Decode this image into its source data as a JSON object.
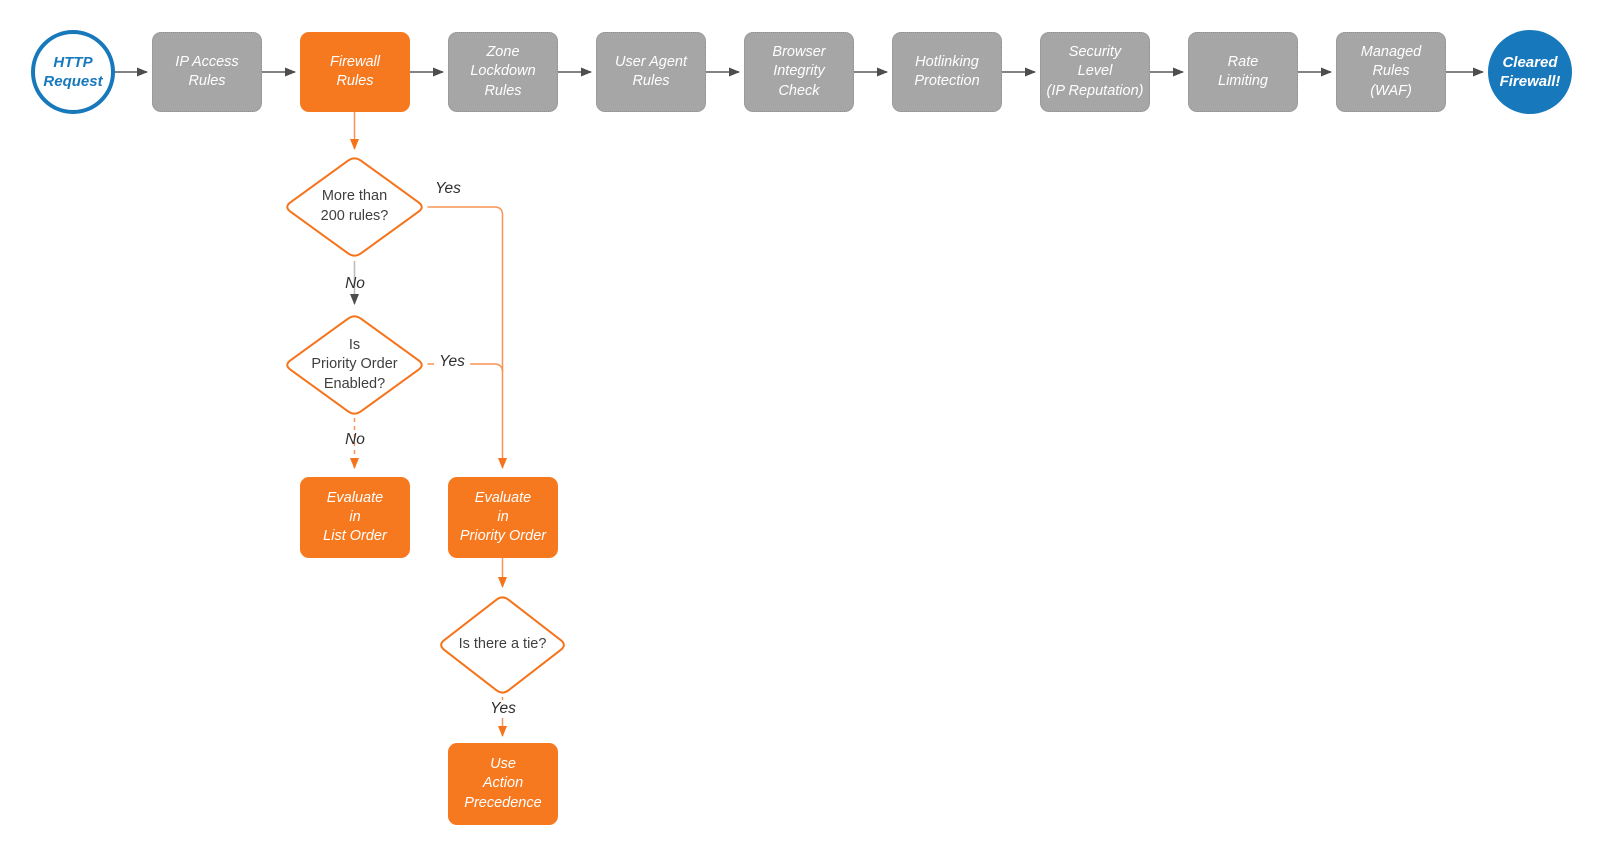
{
  "diagram": {
    "type": "flowchart",
    "subject": "HTTP request firewall evaluation flow"
  },
  "colors": {
    "accent_orange": "#F7791F",
    "connector_orange": "#F79455",
    "accent_blue": "#1778BC",
    "stage_gray": "#A6A6A6",
    "connector_gray": "#5A5A5A",
    "text_dark": "#3F3F3F"
  },
  "start_node": {
    "label": "HTTP\nRequest"
  },
  "end_node": {
    "label": "Cleared\nFirewall!"
  },
  "stages": [
    {
      "label": "IP Access\nRules",
      "highlight": false
    },
    {
      "label": "Firewall\nRules",
      "highlight": true
    },
    {
      "label": "Zone\nLockdown\nRules",
      "highlight": false
    },
    {
      "label": "User Agent\nRules",
      "highlight": false
    },
    {
      "label": "Browser\nIntegrity\nCheck",
      "highlight": false
    },
    {
      "label": "Hotlinking\nProtection",
      "highlight": false
    },
    {
      "label": "Security\nLevel\n(IP Reputation)",
      "highlight": false
    },
    {
      "label": "Rate\nLimiting",
      "highlight": false
    },
    {
      "label": "Managed\nRules\n(WAF)",
      "highlight": false
    }
  ],
  "decisions": [
    {
      "label": "More than\n200 rules?"
    },
    {
      "label": "Is\nPriority Order\nEnabled?"
    },
    {
      "label": "Is there a tie?"
    }
  ],
  "actions": [
    {
      "label": "Evaluate\nin\nList Order"
    },
    {
      "label": "Evaluate\nin\nPriority Order"
    },
    {
      "label": "Use\nAction\nPrecedence"
    }
  ],
  "edge_labels": {
    "yes1": "Yes",
    "no1": "No",
    "yes2": "Yes",
    "no2": "No",
    "yes3": "Yes"
  }
}
